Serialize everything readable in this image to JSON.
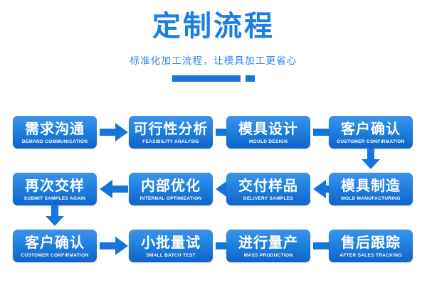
{
  "header": {
    "title": "定制流程",
    "subtitle": "标准化加工流程，让模具加工更省心",
    "accent_color": "#1a7de8",
    "divider_color": "#1375dd"
  },
  "theme": {
    "node_gradient_top": "#3c93e8",
    "node_gradient_bottom": "#0f63c8",
    "arrow_color": "#1575dd",
    "text_color": "#ffffff"
  },
  "flow": {
    "rows": [
      {
        "direction": "right",
        "nodes": [
          {
            "title": "需求沟通",
            "sub": "DEMAND COMMUNICATION"
          },
          {
            "title": "可行性分析",
            "sub": "FEASIBILITY ANALYSIS"
          },
          {
            "title": "模具设计",
            "sub": "MOULD DESIGN"
          },
          {
            "title": "客户确认",
            "sub": "CUSTOMER CONFIRMATION"
          }
        ]
      },
      {
        "direction": "left",
        "nodes": [
          {
            "title": "再次交样",
            "sub": "SUBMIT SAMPLES AGAIN"
          },
          {
            "title": "内部优化",
            "sub": "INTERNAL OPTIMIZATION"
          },
          {
            "title": "交付样品",
            "sub": "DELIVERY SAMPLES"
          },
          {
            "title": "模具制造",
            "sub": "MOLD MANUFACTURING"
          }
        ]
      },
      {
        "direction": "right",
        "nodes": [
          {
            "title": "客户确认",
            "sub": "CUSTOMER CONFIRMATION"
          },
          {
            "title": "小批量试",
            "sub": "SMALL BATCH TEST"
          },
          {
            "title": "进行量产",
            "sub": "MASS PRODUCTION"
          },
          {
            "title": "售后跟踪",
            "sub": "AFTER SALES TRACKING"
          }
        ]
      }
    ]
  }
}
